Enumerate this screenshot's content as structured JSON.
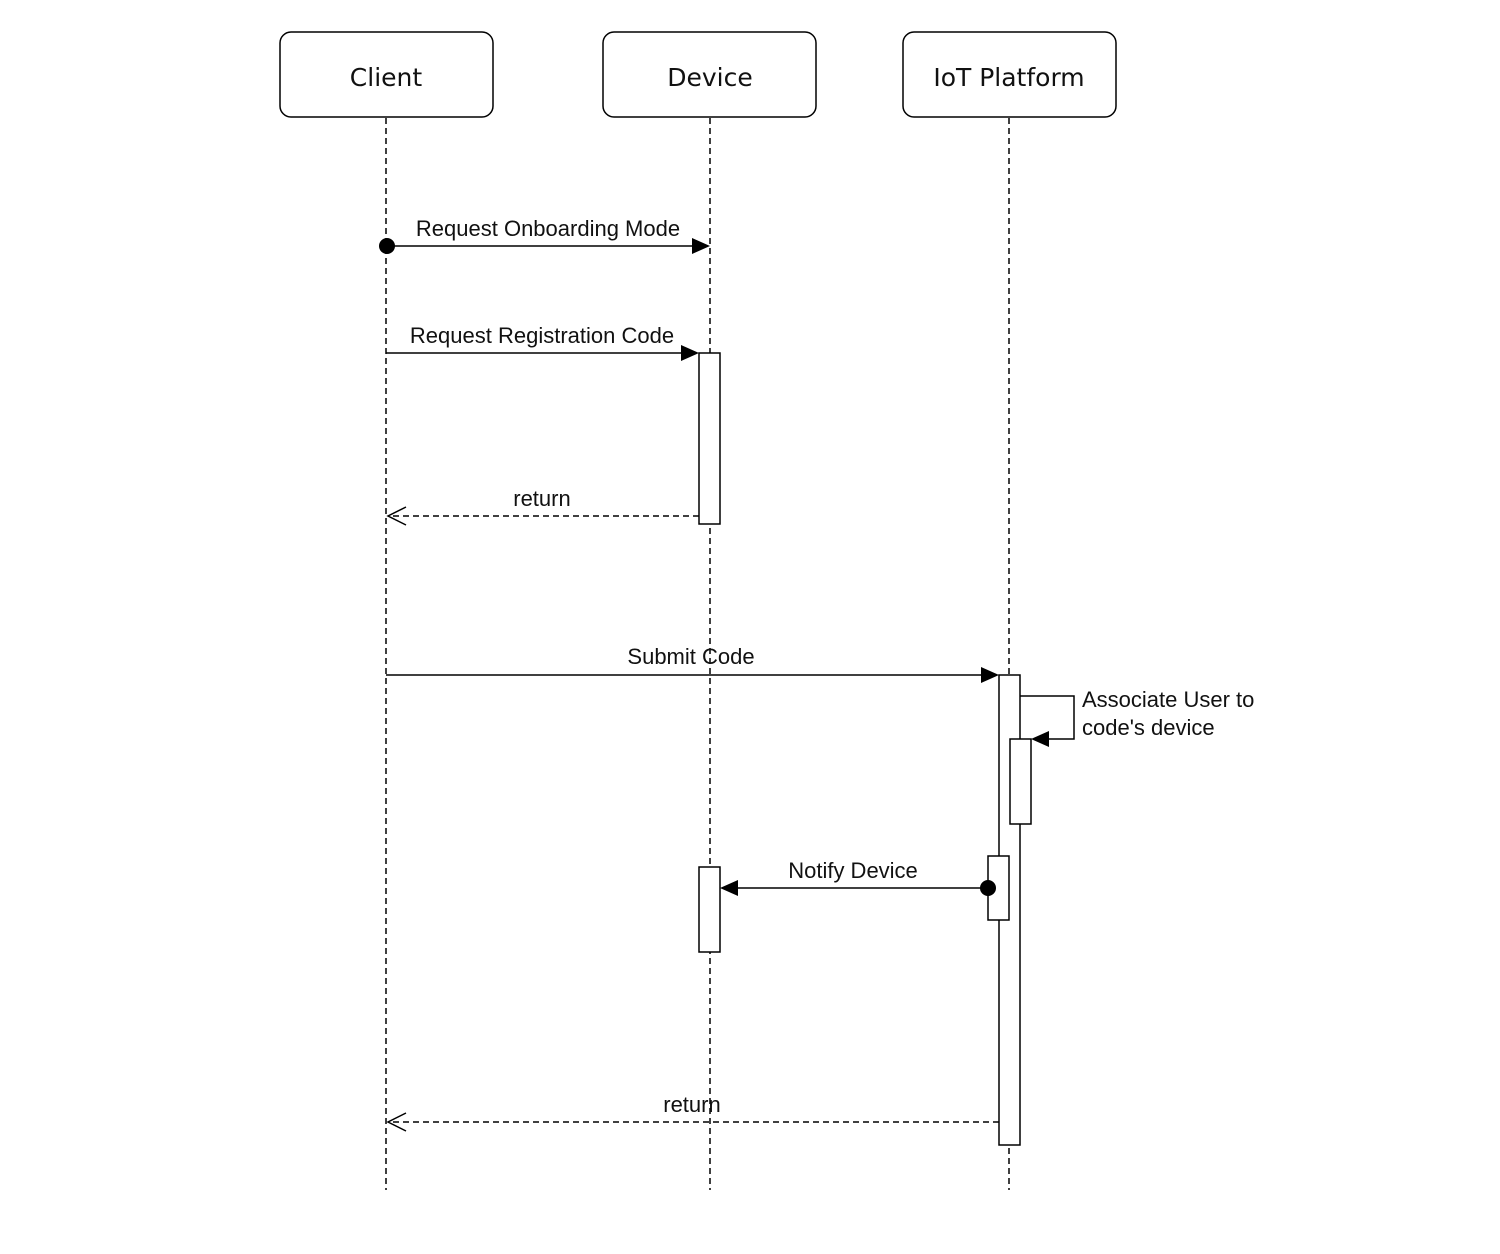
{
  "participants": [
    {
      "id": "client",
      "label": "Client"
    },
    {
      "id": "device",
      "label": "Device"
    },
    {
      "id": "platform",
      "label": "IoT Platform"
    }
  ],
  "messages": [
    {
      "id": "request-onboarding-mode",
      "label": "Request Onboarding Mode",
      "from": "client",
      "to": "device",
      "style": "solid",
      "start_dot": true
    },
    {
      "id": "request-registration-code",
      "label": "Request Registration Code",
      "from": "client",
      "to": "device",
      "style": "solid",
      "start_dot": false
    },
    {
      "id": "return-registration-code",
      "label": "return",
      "from": "device",
      "to": "client",
      "style": "dashed",
      "start_dot": false
    },
    {
      "id": "submit-code",
      "label": "Submit Code",
      "from": "client",
      "to": "platform",
      "style": "solid",
      "start_dot": false
    },
    {
      "id": "associate-user",
      "label_lines": [
        "Associate User to",
        "code's device"
      ],
      "from": "platform",
      "to": "platform",
      "style": "self",
      "start_dot": false
    },
    {
      "id": "notify-device",
      "label": "Notify Device",
      "from": "platform",
      "to": "device",
      "style": "solid",
      "start_dot": true
    },
    {
      "id": "return-submit-code",
      "label": "return",
      "from": "platform",
      "to": "client",
      "style": "dashed",
      "start_dot": false
    }
  ],
  "colors": {
    "stroke": "#000000",
    "background": "#ffffff",
    "text": "#111111"
  }
}
